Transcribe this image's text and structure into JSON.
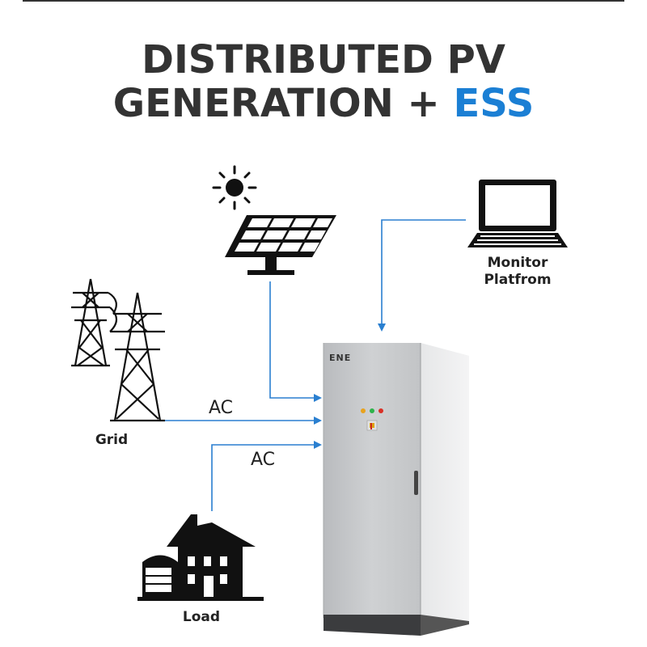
{
  "title": {
    "line1": "DISTRIBUTED PV",
    "line2_main": "GENERATION +",
    "line2_accent": "ESS"
  },
  "labels": {
    "monitor_line1": "Monitor",
    "monitor_line2": "Platfrom",
    "grid": "Grid",
    "load": "Load",
    "ac_grid": "AC",
    "ac_load": "AC",
    "cabinet_logo": "ENE"
  },
  "colors": {
    "accent": "#1b7fd4",
    "arrow": "#2a7fd0",
    "cabinet": "#c9cbcd"
  },
  "icons": [
    "sun-icon",
    "solar-panel-icon",
    "laptop-icon",
    "transmission-tower-icon",
    "house-icon",
    "ess-cabinet"
  ]
}
